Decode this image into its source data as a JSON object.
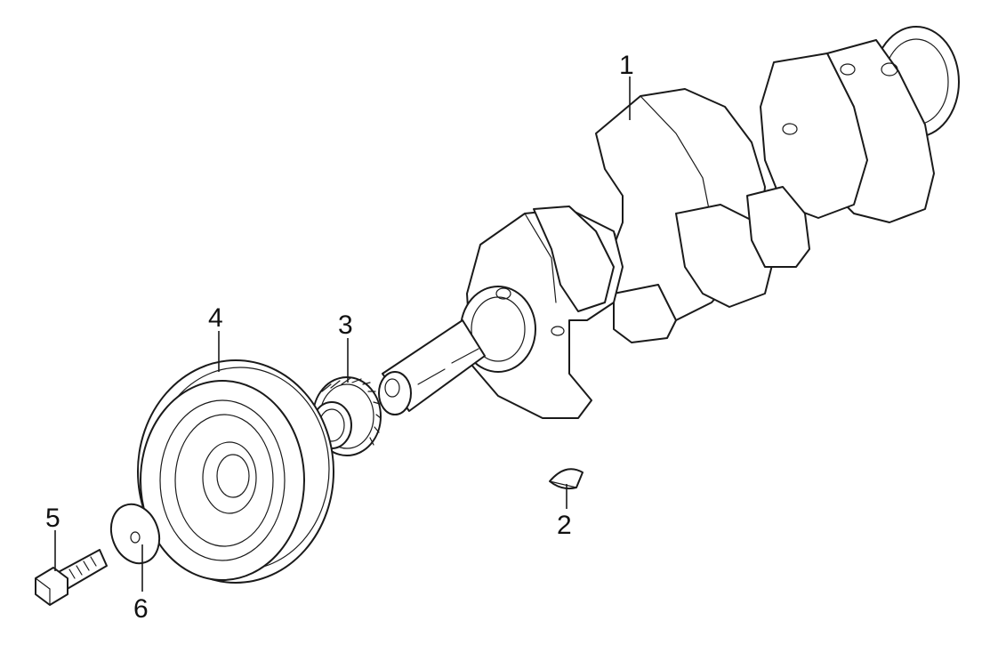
{
  "callouts": [
    {
      "number": "1",
      "part": "crankshaft"
    },
    {
      "number": "2",
      "part": "woodruff-key"
    },
    {
      "number": "3",
      "part": "timing-gear"
    },
    {
      "number": "4",
      "part": "pulley"
    },
    {
      "number": "5",
      "part": "bolt"
    },
    {
      "number": "6",
      "part": "washer"
    }
  ],
  "colors": {
    "line": "#1a1a1a",
    "background": "#ffffff"
  }
}
